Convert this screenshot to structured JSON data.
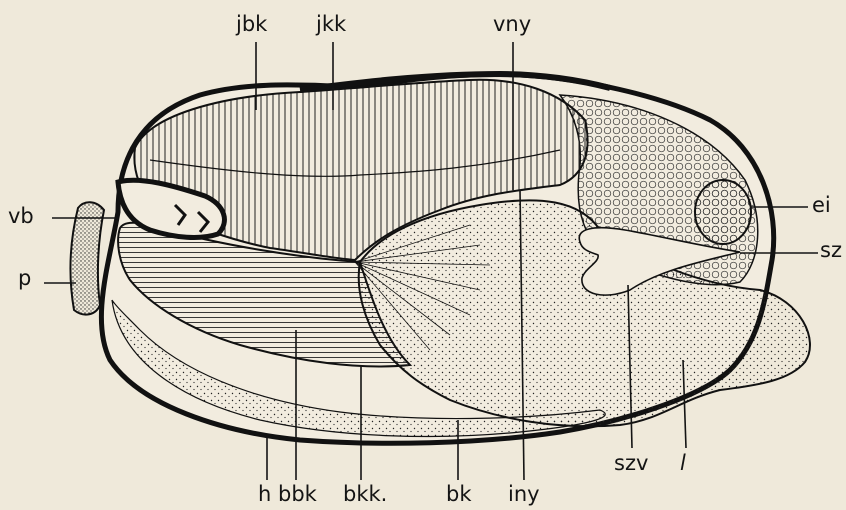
{
  "labels": {
    "jbk": "jbk",
    "jkk": "jkk",
    "vny": "vny",
    "vb": "vb",
    "p": "p",
    "ei": "ei",
    "sz": "sz",
    "h": "h",
    "bbk": "bbk",
    "bkk": "bkk.",
    "bk": "bk",
    "iny": "iny",
    "szv": "szv",
    "l": "l"
  },
  "colors": {
    "paper": "#efe9da",
    "ink": "#141414"
  }
}
